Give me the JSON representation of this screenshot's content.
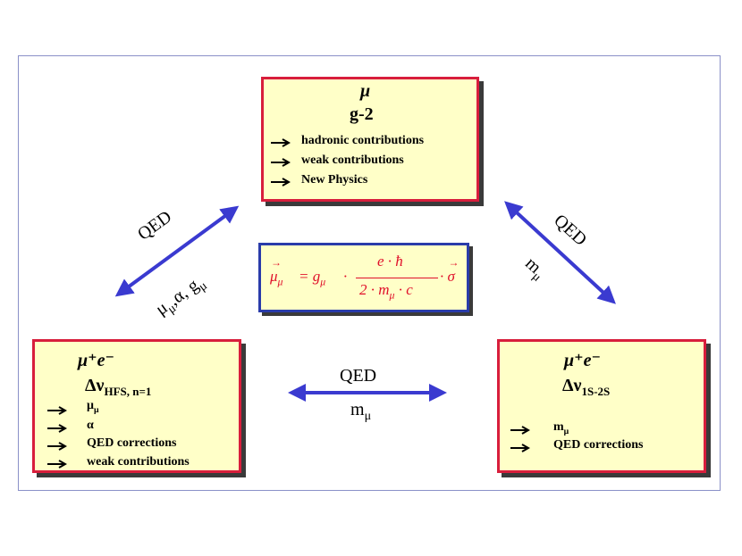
{
  "top_box": {
    "title": "μ",
    "subtitle": "g-2",
    "items": [
      "hadronic contributions",
      "weak contributions",
      "New Physics"
    ]
  },
  "left_box": {
    "title": "μ⁺e⁻",
    "subtitle": "Δν",
    "subtitle_sub": "HFS, n=1",
    "items": [
      "μ",
      "α",
      "QED corrections",
      "weak contributions"
    ],
    "item_sub": "μ"
  },
  "right_box": {
    "title": "μ⁺e⁻",
    "subtitle": "Δν",
    "subtitle_sub": "1S-2S",
    "items": [
      "m",
      "QED corrections"
    ],
    "item_sub": "μ"
  },
  "formula": {
    "lhs": "μ",
    "lhs_sub": "μ",
    "eq": "= g",
    "g_sub": "μ",
    "dot1": "·",
    "numerator": "e · ħ",
    "denominator": "2 · m",
    "den_sub": "μ",
    "den_tail": "· c",
    "tail": "· σ"
  },
  "links": {
    "left_qed": "QED",
    "left_params": "μ",
    "left_params_sub": "μ",
    "left_params_tail": ",α, g",
    "left_params_sub2": "μ",
    "right_qed": "QED",
    "right_param": "m",
    "right_param_sub": "μ",
    "bottom_qed": "QED",
    "bottom_param": "m",
    "bottom_param_sub": "μ"
  },
  "colors": {
    "box_border": "#d81e3c",
    "box_fill": "#ffffc8",
    "formula_border": "#2a3caa",
    "arrow": "#3a3ad0",
    "formula_text": "#e0102a"
  },
  "icons": [
    "right-arrow-icon"
  ]
}
